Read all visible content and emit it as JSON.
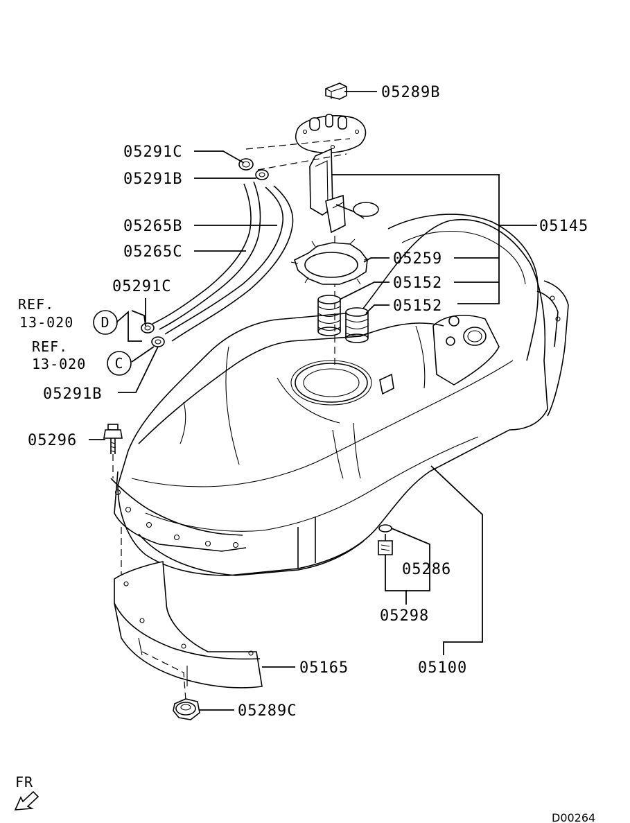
{
  "diagram": {
    "part_labels": {
      "p05289B": "05289B",
      "p05291C_top": "05291C",
      "p05291B_top": "05291B",
      "p05265B": "05265B",
      "p05265C": "05265C",
      "p05145": "05145",
      "p05259": "05259",
      "p05152_a": "05152",
      "p05152_b": "05152",
      "p05291C_mid": "05291C",
      "p05291B_bottom": "05291B",
      "p05296": "05296",
      "p05286": "05286",
      "p05298": "05298",
      "p05100": "05100",
      "p05165": "05165",
      "p05289C": "05289C"
    },
    "references": {
      "ref_d_line1": "REF.",
      "ref_d_line2": "13-020",
      "ref_d_circle": "D",
      "ref_c_line1": "REF.",
      "ref_c_line2": "13-020",
      "ref_c_circle": "C"
    },
    "direction_label": "FR",
    "diagram_code": "D00264"
  }
}
